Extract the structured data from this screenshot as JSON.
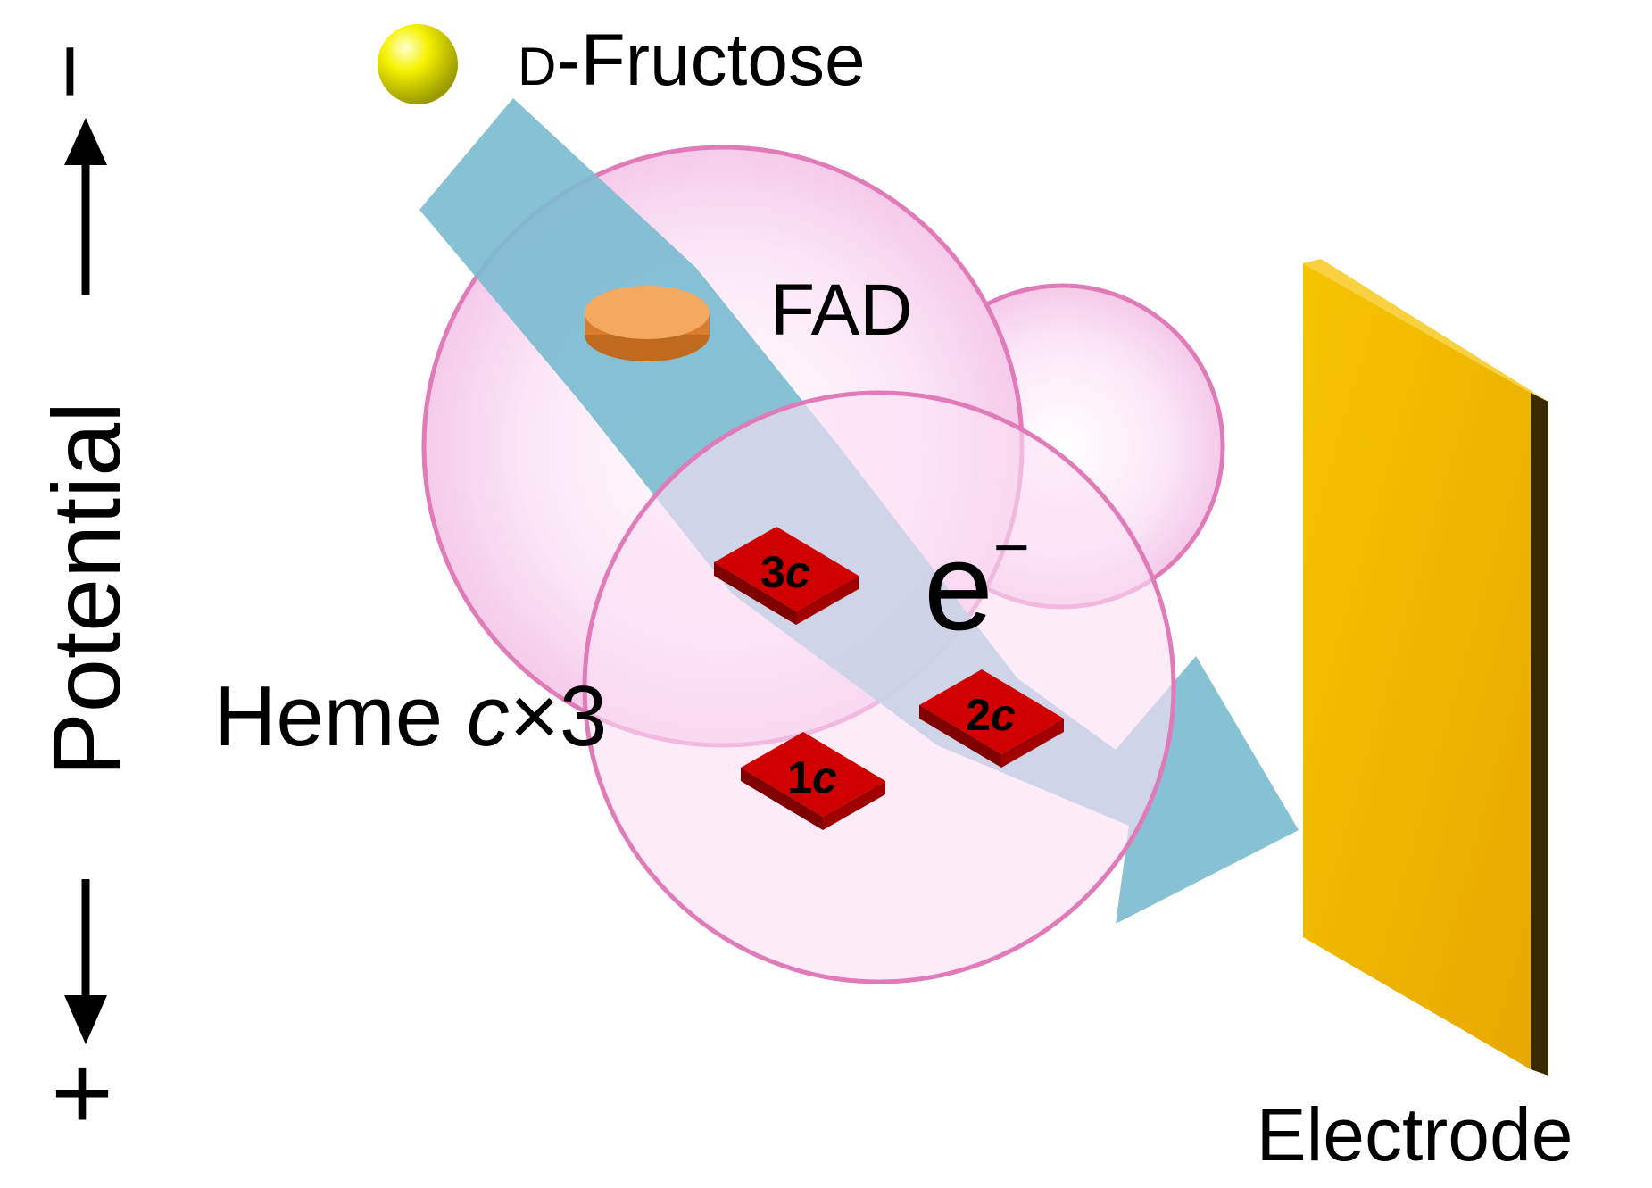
{
  "labels": {
    "substrate_prefix": "D",
    "substrate": "-Fructose",
    "cofactor": "FAD",
    "heme_prefix": "Heme ",
    "heme_italic": "c",
    "heme_suffix": "×3",
    "electron": "e",
    "electron_charge": "−",
    "electrode": "Electrode",
    "potential_axis": "Potential",
    "potential_minus": "−",
    "potential_plus": "+"
  },
  "hemes": [
    {
      "num": "3",
      "suffix": "c"
    },
    {
      "num": "2",
      "suffix": "c"
    },
    {
      "num": "1",
      "suffix": "c"
    }
  ],
  "colors": {
    "flow_arrow": "#7cbcd0",
    "protein_fill": "#f6cdee",
    "protein_stroke": "#e07ab8",
    "fad": "#f0a050",
    "fructose": "#f0f000",
    "heme": "#e00000",
    "electrode": "#f0b800"
  }
}
